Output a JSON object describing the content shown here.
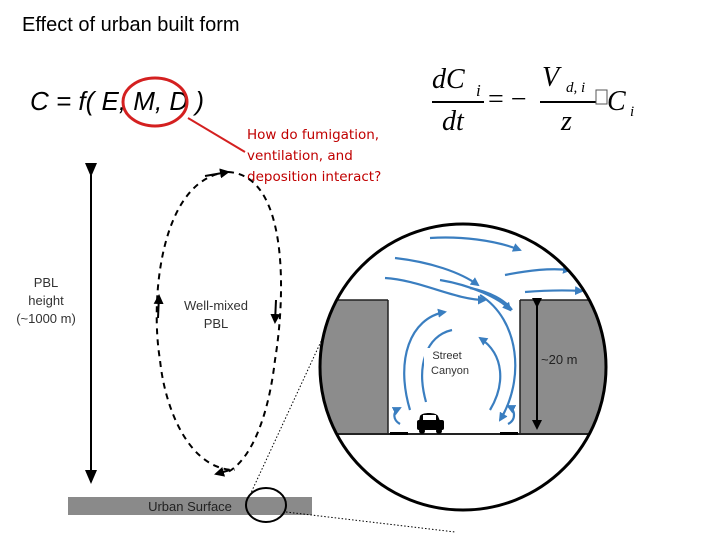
{
  "title": "Effect of urban built form",
  "formula": "C = f( E, M, D )",
  "question_lines": [
    "How do fumigation,",
    "ventilation, and",
    "deposition interact?"
  ],
  "equation": {
    "lhs_num": "dC",
    "lhs_num_sub": "i",
    "lhs_den": "dt",
    "operator": "= −",
    "rhs_num": "V",
    "rhs_num_sub": "d, i",
    "rhs_den": "z",
    "rhs_tail": "C",
    "rhs_tail_sub": "i"
  },
  "pbl_label": [
    "PBL",
    "height",
    "(~1000 m)"
  ],
  "wellmixed_label": [
    "Well-mixed",
    "PBL"
  ],
  "surface_label": "Urban Surface",
  "canyon_label": [
    "Street",
    "Canyon"
  ],
  "canyon_height_label": "~20 m",
  "colors": {
    "highlight": "#d42020",
    "flow": "#3a7ec0",
    "building": "#8c8c8c",
    "surface": "#8a8a8a"
  }
}
